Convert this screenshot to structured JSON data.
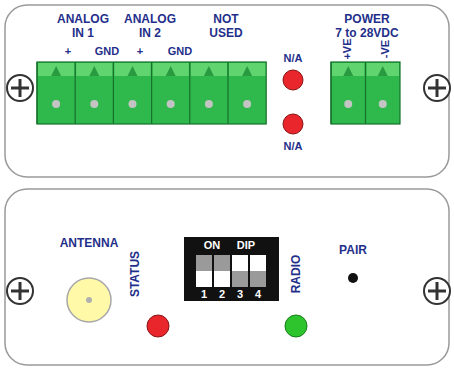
{
  "diagram": {
    "nodes": [
      {
        "text": [
          "ON",
          "DIP",
          "1",
          "2",
          "3",
          "4"
        ]
      }
    ],
    "labels": [
      "ANALOG IN 1",
      "+",
      "GND",
      "ANALOG IN 2",
      "+",
      "GND",
      "NOT USED",
      "N/A",
      "POWER",
      "7 to 28VDC",
      "+VE",
      "-VE",
      "N/A",
      "ANTENNA",
      "STATUS",
      "RADIO",
      "PAIR"
    ]
  }
}
